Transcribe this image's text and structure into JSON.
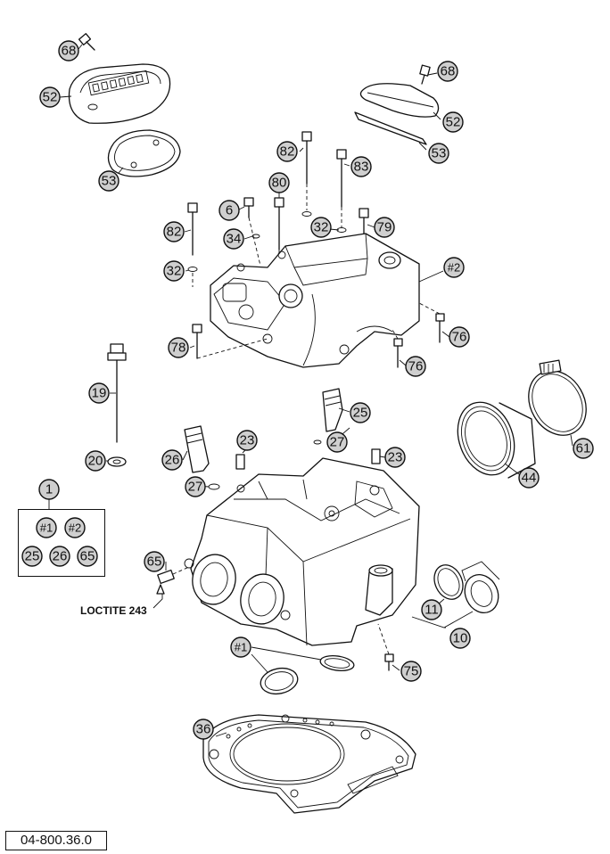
{
  "drawing_number": "04-800.36.0",
  "note_loctite": "LOCTITE 243",
  "callouts": [
    {
      "id": "c68a",
      "label": "68"
    },
    {
      "id": "c52a",
      "label": "52"
    },
    {
      "id": "c53a",
      "label": "53"
    },
    {
      "id": "c68b",
      "label": "68"
    },
    {
      "id": "c52b",
      "label": "52"
    },
    {
      "id": "c53b",
      "label": "53"
    },
    {
      "id": "c82a",
      "label": "82"
    },
    {
      "id": "c83",
      "label": "83"
    },
    {
      "id": "c80",
      "label": "80"
    },
    {
      "id": "c6",
      "label": "6"
    },
    {
      "id": "c82b",
      "label": "82"
    },
    {
      "id": "c34",
      "label": "34"
    },
    {
      "id": "c32a",
      "label": "32"
    },
    {
      "id": "c79",
      "label": "79"
    },
    {
      "id": "c32b",
      "label": "32"
    },
    {
      "id": "c2",
      "label": "#2"
    },
    {
      "id": "c78",
      "label": "78"
    },
    {
      "id": "c76a",
      "label": "76"
    },
    {
      "id": "c76b",
      "label": "76"
    },
    {
      "id": "c19",
      "label": "19"
    },
    {
      "id": "c25a",
      "label": "25"
    },
    {
      "id": "c27a",
      "label": "27"
    },
    {
      "id": "c23a",
      "label": "23"
    },
    {
      "id": "c23b",
      "label": "23"
    },
    {
      "id": "c20",
      "label": "20"
    },
    {
      "id": "c26",
      "label": "26"
    },
    {
      "id": "c27b",
      "label": "27"
    },
    {
      "id": "c61",
      "label": "61"
    },
    {
      "id": "c44",
      "label": "44"
    },
    {
      "id": "c1",
      "label": "1"
    },
    {
      "id": "k1",
      "label": "#1"
    },
    {
      "id": "k2",
      "label": "#2"
    },
    {
      "id": "k25",
      "label": "25"
    },
    {
      "id": "k26",
      "label": "26"
    },
    {
      "id": "k65",
      "label": "65"
    },
    {
      "id": "c65",
      "label": "65"
    },
    {
      "id": "c11",
      "label": "11"
    },
    {
      "id": "c10",
      "label": "10"
    },
    {
      "id": "c1b",
      "label": "#1"
    },
    {
      "id": "c75",
      "label": "75"
    },
    {
      "id": "c36",
      "label": "36"
    }
  ]
}
